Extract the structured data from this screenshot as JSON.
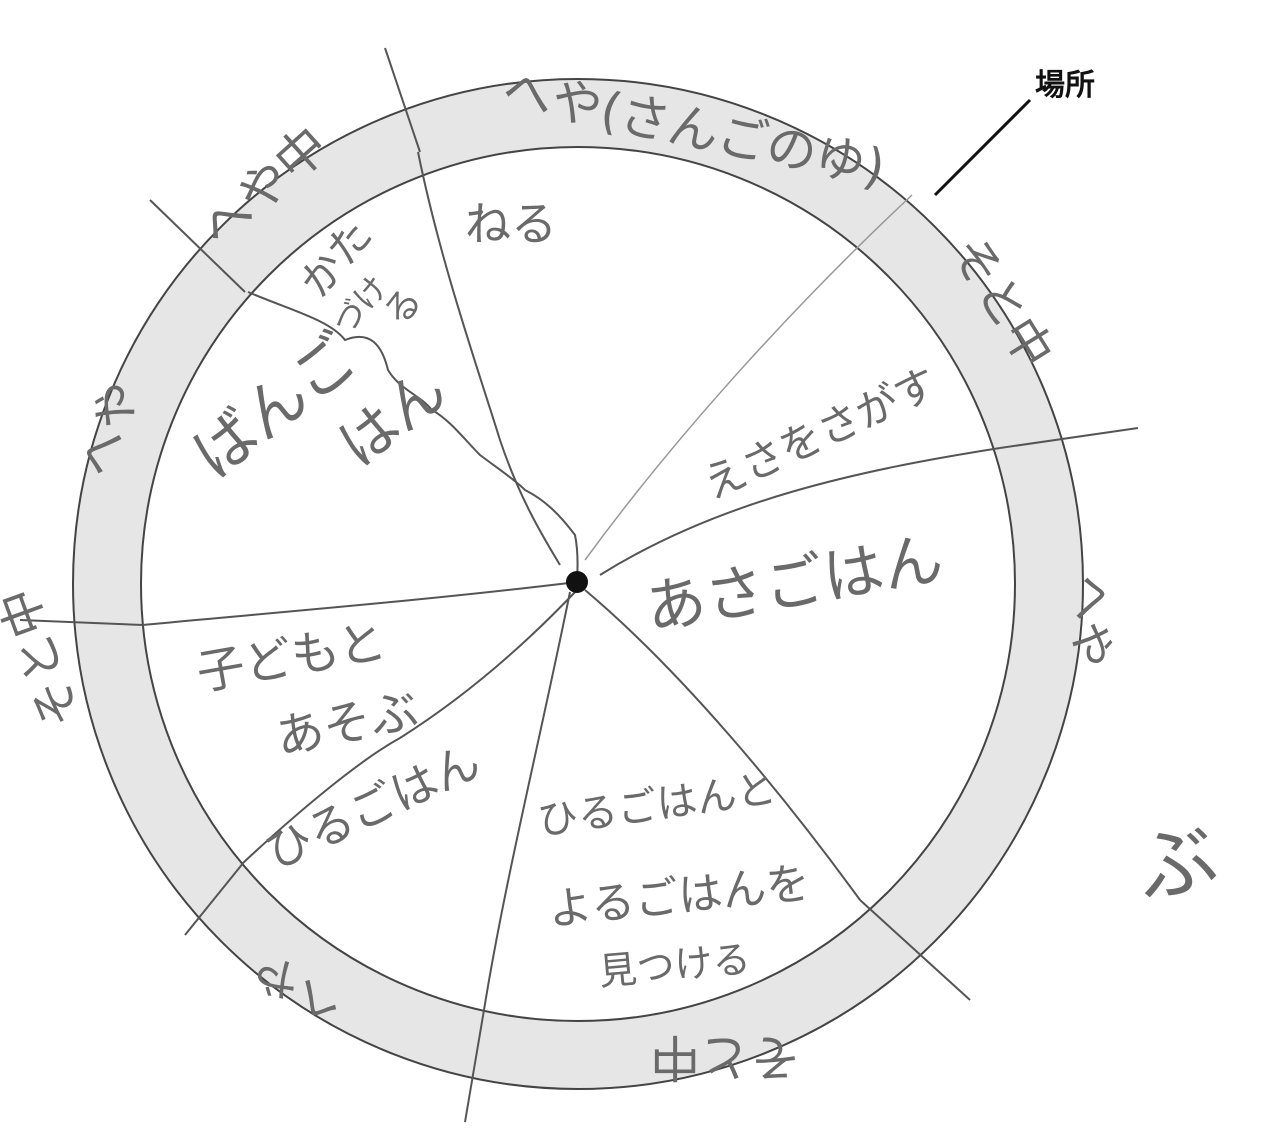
{
  "callout": {
    "label": "場所"
  },
  "outer_ring": {
    "fill_color": "#e6e6e6",
    "segments": [
      {
        "id": "top",
        "text": "へや(さんごのゆ)"
      },
      {
        "id": "top-left",
        "text": "へや中"
      },
      {
        "id": "right-upper",
        "text": "そと中"
      },
      {
        "id": "right",
        "text": "へや"
      },
      {
        "id": "bottom",
        "text": "そと中"
      },
      {
        "id": "bottom-left",
        "text": "へや"
      },
      {
        "id": "left-lower",
        "text": "そと中"
      },
      {
        "id": "left",
        "text": "へや"
      }
    ]
  },
  "inner_sections": [
    {
      "id": "neru",
      "text": "ねる"
    },
    {
      "id": "katazuke",
      "lines": [
        "かた",
        "づけ",
        "る"
      ]
    },
    {
      "id": "bangohan",
      "lines": [
        "ばんご",
        "はん"
      ]
    },
    {
      "id": "esa",
      "text": "えさをさがす"
    },
    {
      "id": "asagohan",
      "text": "あさごはん"
    },
    {
      "id": "kodomo",
      "lines": [
        "子どもと",
        "あそぶ"
      ]
    },
    {
      "id": "hirugohan",
      "text": "ひるごはん"
    },
    {
      "id": "hiru-yoru",
      "lines": [
        "ひるごはんと",
        "よるごはんを",
        "見つける"
      ]
    }
  ],
  "margin_note": {
    "text": "ぶ"
  },
  "colors": {
    "line": "#555555",
    "text": "#6a6a6a",
    "ring": "#e6e6e6",
    "center": "#111111"
  }
}
